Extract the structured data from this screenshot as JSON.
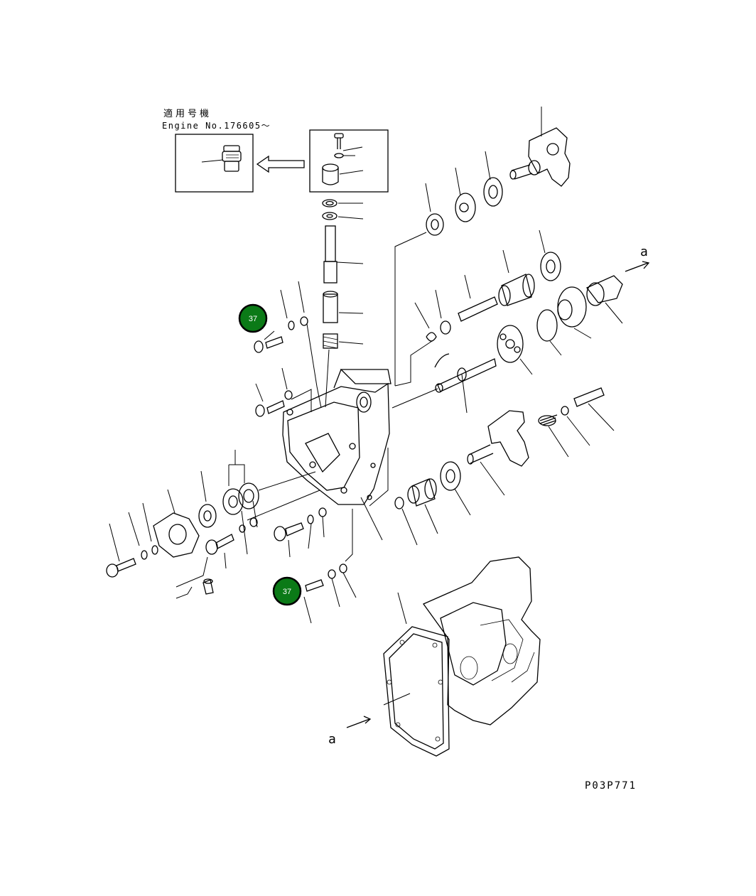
{
  "header": {
    "applicability_label": "適用号機",
    "engine_number": "Engine No.176605～"
  },
  "callouts": [
    {
      "label": "37"
    },
    {
      "label": "37"
    }
  ],
  "view_markers": {
    "marker_top": "a",
    "marker_bottom": "a"
  },
  "footer": {
    "drawing_code": "P03P771"
  },
  "colors": {
    "callout_fill": "#0b7a17",
    "line": "#000000",
    "background": "#ffffff"
  }
}
